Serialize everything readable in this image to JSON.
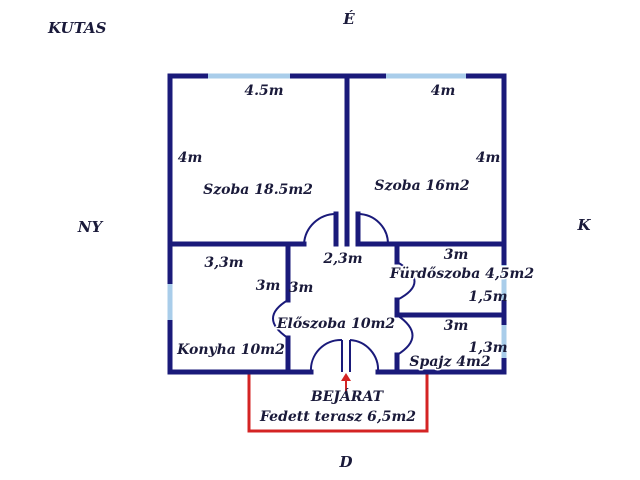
{
  "compass": {
    "north": "É",
    "south": "D",
    "west": "NY",
    "east": "K",
    "well": "KUTAS"
  },
  "rooms": {
    "room1": {
      "name": "Szoba 18.5m2",
      "width": "4.5m",
      "height": "4m"
    },
    "room2": {
      "name": "Szoba 16m2",
      "width": "4m",
      "height": "4m"
    },
    "kitchen": {
      "name": "Konyha 10m2",
      "width": "3,3m",
      "height": "3m"
    },
    "hall": {
      "name": "Előszoba 10m2",
      "width": "2,3m",
      "height": "3m"
    },
    "bathroom": {
      "name": "Fürdőszoba 4,5m2",
      "width": "3m",
      "height": "1,5m"
    },
    "pantry": {
      "name": "Spajz 4m2",
      "width": "3m",
      "height": "1,3m"
    }
  },
  "entrance": {
    "label": "BEJÁRAT",
    "terrace": "Fedett terasz 6,5m2"
  },
  "colors": {
    "wall": "#1a1a7a",
    "window": "#a9cdea",
    "terrace": "#d42424",
    "arrow": "#d42424",
    "text": "#1a1a3a"
  }
}
